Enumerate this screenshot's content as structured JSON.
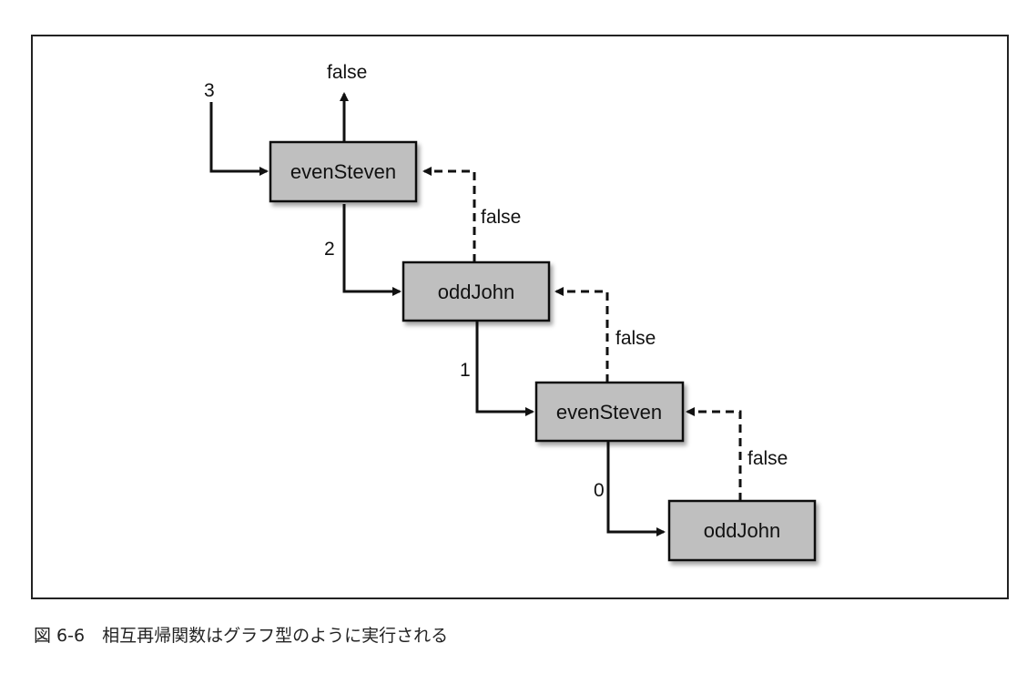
{
  "diagram": {
    "nodes": [
      {
        "id": "n1",
        "label": "evenSteven"
      },
      {
        "id": "n2",
        "label": "oddJohn"
      },
      {
        "id": "n3",
        "label": "evenSteven"
      },
      {
        "id": "n4",
        "label": "oddJohn"
      }
    ],
    "calls": [
      {
        "from": "input",
        "to": "n1",
        "label": "3"
      },
      {
        "from": "n1",
        "to": "n2",
        "label": "2"
      },
      {
        "from": "n2",
        "to": "n3",
        "label": "1"
      },
      {
        "from": "n3",
        "to": "n4",
        "label": "0"
      }
    ],
    "returns": [
      {
        "from": "n1",
        "to": "output",
        "label": "false"
      },
      {
        "from": "n2",
        "to": "n1",
        "label": "false"
      },
      {
        "from": "n3",
        "to": "n2",
        "label": "false"
      },
      {
        "from": "n4",
        "to": "n3",
        "label": "false"
      }
    ]
  },
  "caption": "図 6-6　相互再帰関数はグラフ型のように実行される"
}
